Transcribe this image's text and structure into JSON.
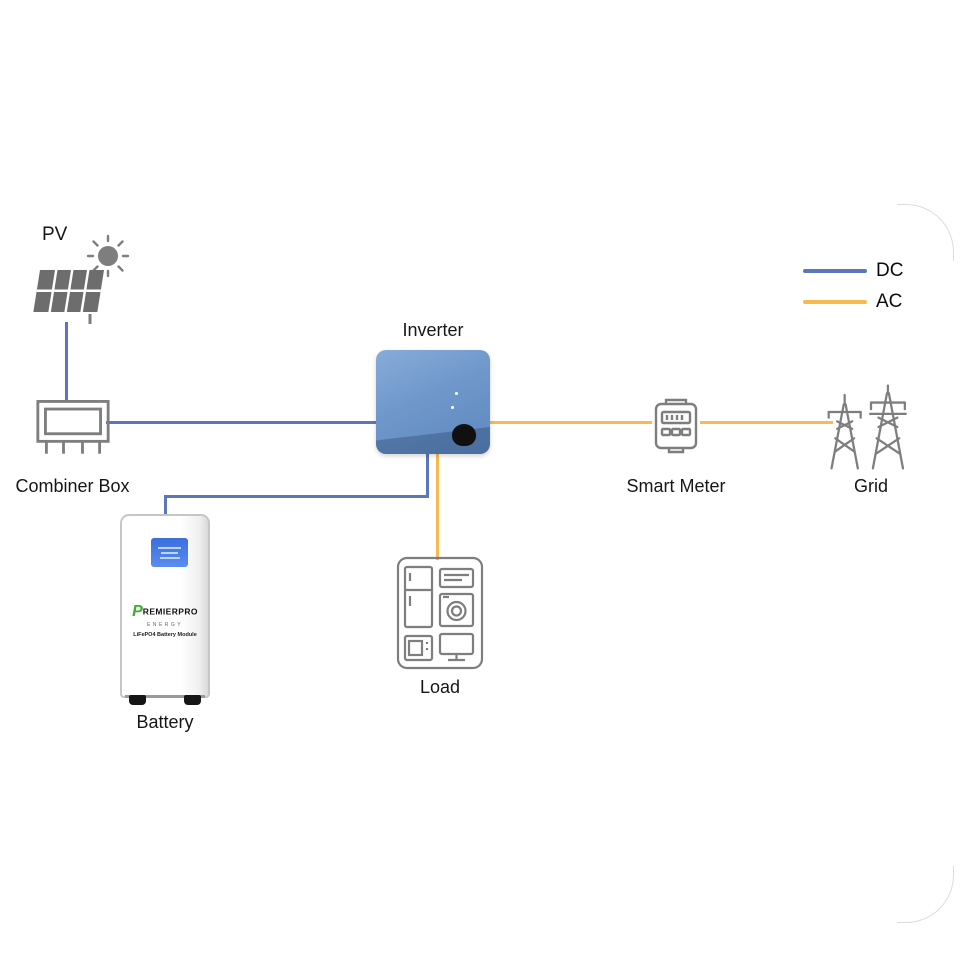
{
  "colors": {
    "dc": "#5b76bb",
    "ac": "#f8b94e",
    "icon_gray": "#7e7e7e",
    "inverter_blue": "#6f97ca",
    "brand_green": "#3dae2b",
    "lcd_blue": "#3a6ede"
  },
  "legend": {
    "dc_label": "DC",
    "ac_label": "AC"
  },
  "nodes": {
    "pv": {
      "label": "PV"
    },
    "combiner_box": {
      "label": "Combiner Box"
    },
    "inverter": {
      "label": "Inverter"
    },
    "smart_meter": {
      "label": "Smart Meter"
    },
    "grid": {
      "label": "Grid"
    },
    "battery": {
      "label": "Battery",
      "brand_initial": "P",
      "brand_rest": "REMIERPRO",
      "brand_sub": "ENERGY",
      "model_text": "LiFePO4 Battery Module"
    },
    "load": {
      "label": "Load"
    }
  }
}
